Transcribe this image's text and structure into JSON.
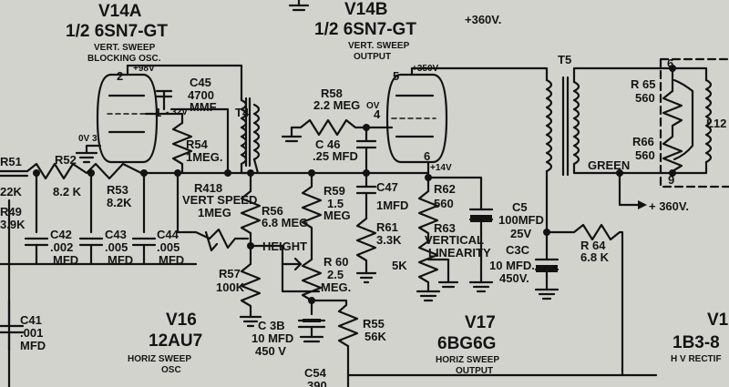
{
  "tubes": {
    "v14a": {
      "id": "V14A",
      "type": "1/2 6SN7-GT",
      "func1": "VERT. SWEEP",
      "func2": "BLOCKING OSC."
    },
    "v14b": {
      "id": "V14B",
      "type": "1/2 6SN7-GT",
      "func1": "VERT. SWEEP",
      "func2": "OUTPUT"
    },
    "v16": {
      "id": "V16",
      "type": "12AU7",
      "func1": "HORIZ SWEEP",
      "func2": "OSC"
    },
    "v17": {
      "id": "V17",
      "type": "6BG6G",
      "func1": "HORIZ SWEEP",
      "func2": "OUTPUT"
    },
    "v18": {
      "id": "V1",
      "type": "1B3-8",
      "func1": "H V RECTIF"
    }
  },
  "supply": {
    "top": "+360V.",
    "right": "+ 360V."
  },
  "pins": {
    "p2": "2",
    "p1": "1",
    "v98": "+98V",
    "v32": "- 32V",
    "ov3": "0V 3",
    "p5": "5",
    "v350": "+350V",
    "p4": "4",
    "ov4": "OV",
    "p6": "6",
    "v14": "+14V",
    "t5p6": "6",
    "t5p9": "9"
  },
  "transformers": {
    "t4": "T4",
    "t5": "T5",
    "l12": "L12",
    "green": "GREEN"
  },
  "components": {
    "r51": {
      "ref": "R51",
      "value": "22K"
    },
    "r52": {
      "ref": "R52",
      "value": "8.2 K"
    },
    "r53": {
      "ref": "R53",
      "value": "8.2K"
    },
    "r49": {
      "ref": "R49",
      "value": "3.9K"
    },
    "c42": {
      "ref": "C42",
      "value": ".002",
      "unit": "MFD"
    },
    "c43": {
      "ref": "C43",
      "value": ".005",
      "unit": "MFD"
    },
    "c44": {
      "ref": "C44",
      "value": ".005",
      "unit": "MFD"
    },
    "c41": {
      "ref": "C41",
      "value": ".001",
      "unit": "MFD"
    },
    "c45": {
      "ref": "C45",
      "value": "4700",
      "unit": "MMF"
    },
    "r54": {
      "ref": "R54",
      "value": "1MEG."
    },
    "r418": {
      "ref": "R418",
      "name": "VERT SPEED",
      "value": "1MEG"
    },
    "r56": {
      "ref": "R56",
      "value": "6.8 MEG"
    },
    "r57": {
      "ref": "R57",
      "value": "100K"
    },
    "height": "HEIGHT",
    "c38": {
      "ref": "C 3B",
      "value": "10 MFD",
      "volt": "450 V"
    },
    "r58": {
      "ref": "R58",
      "value": "2.2 MEG"
    },
    "c46": {
      "ref": "C 46",
      "value": ".25 MFD"
    },
    "r59": {
      "ref": "R59",
      "value": "1.5",
      "unit": "MEG"
    },
    "r60": {
      "ref": "R 60",
      "value": "2.5",
      "unit": "MEG."
    },
    "r55": {
      "ref": "R55",
      "value": "56K"
    },
    "c47": {
      "ref": "C47",
      "value": "1MFD"
    },
    "r61": {
      "ref": "R61",
      "value": "3.3K"
    },
    "r62": {
      "ref": "R62",
      "value": "560"
    },
    "r63": {
      "ref": "R63",
      "name1": "VERTICAL",
      "name2": "LINEARITY",
      "value": "5K"
    },
    "c5": {
      "ref": "C5",
      "value": "100MFD",
      "volt": "25V"
    },
    "c3c": {
      "ref": "C3C",
      "value": "10 MFD.",
      "volt": "450V."
    },
    "r64": {
      "ref": "R 64",
      "value": "6.8 K"
    },
    "r65": {
      "ref": "R 65",
      "value": "560"
    },
    "r66": {
      "ref": "R66",
      "value": "560"
    },
    "c54": {
      "ref": "C54",
      "value": "390"
    }
  }
}
